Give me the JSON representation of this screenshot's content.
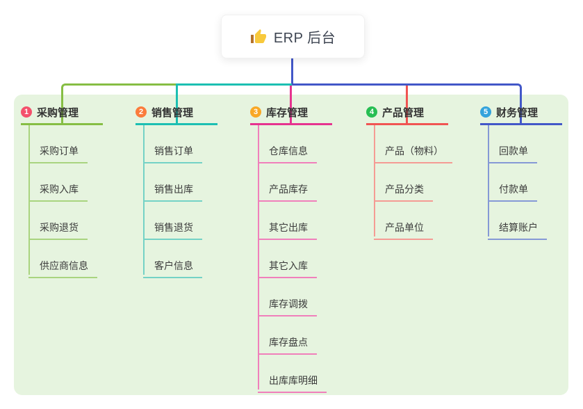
{
  "root": {
    "title": "ERP 后台",
    "icon": "thumbs-up"
  },
  "palette": {
    "canvas_bg": "#ffffff",
    "panel_bg": "#e6f4df",
    "root_connector": "#4257c8",
    "title_text": "#3d4451",
    "text": "#3b3b3b"
  },
  "columns": [
    {
      "num": "1",
      "title": "采购管理",
      "badge_color": "#f4516c",
      "line_color": "#86be44",
      "item_line_color": "#a9d47f",
      "items": [
        "采购订单",
        "采购入库",
        "采购退货",
        "供应商信息"
      ]
    },
    {
      "num": "2",
      "title": "销售管理",
      "badge_color": "#fb7c3c",
      "line_color": "#1cbfb2",
      "item_line_color": "#74d2c6",
      "items": [
        "销售订单",
        "销售出库",
        "销售退货",
        "客户信息"
      ]
    },
    {
      "num": "3",
      "title": "库存管理",
      "badge_color": "#f9a825",
      "line_color": "#e6338f",
      "item_line_color": "#f07fbb",
      "items": [
        "仓库信息",
        "产品库存",
        "其它出库",
        "其它入库",
        "库存调拨",
        "库存盘点",
        "出库库明细"
      ]
    },
    {
      "num": "4",
      "title": "产品管理",
      "badge_color": "#27be53",
      "line_color": "#f05452",
      "item_line_color": "#f59b94",
      "items": [
        "产品（物料）",
        "产品分类",
        "产品单位"
      ]
    },
    {
      "num": "5",
      "title": "财务管理",
      "badge_color": "#33a3dc",
      "line_color": "#4257c8",
      "item_line_color": "#8599d6",
      "items": [
        "回款单",
        "付款单",
        "结算账户"
      ]
    }
  ]
}
